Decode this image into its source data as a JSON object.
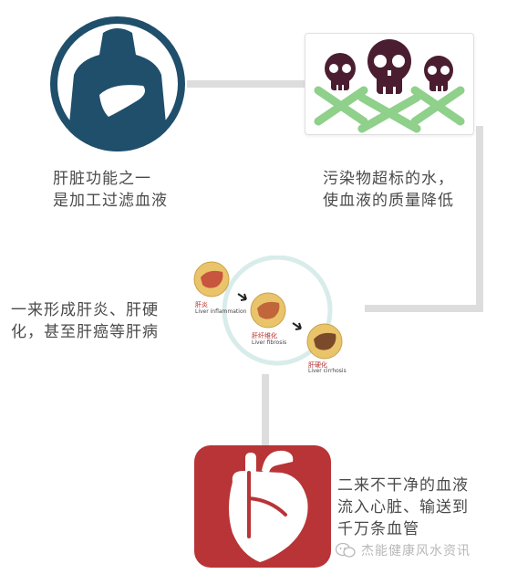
{
  "step1": {
    "text_line1": "肝脏功能之一",
    "text_line2": "是加工过滤血液"
  },
  "step2": {
    "text_line1": "污染物超标的水，",
    "text_line2": "使血液的质量降低"
  },
  "step3": {
    "text_line1": "一来形成肝炎、肝硬",
    "text_line2": "化，甚至肝癌等肝病",
    "liver1": {
      "zh": "肝炎",
      "en": "Liver inflammation"
    },
    "liver2": {
      "zh": "肝纤维化",
      "en": "Liver fibrosis"
    },
    "liver3": {
      "zh": "肝硬化",
      "en": "Liver cirrhosis"
    }
  },
  "step4": {
    "text_line1": "二来不干净的血液",
    "text_line2": "流入心脏、输送到",
    "text_line3": "千万条血管"
  },
  "watermark": {
    "text": "杰能健康风水资讯"
  },
  "colors": {
    "teal": "#1f4f6b",
    "skull": "#4a1e30",
    "bone": "#8fd08a",
    "heart_bg": "#b83436",
    "connector": "#dddddd"
  },
  "icons": [
    "body-liver-icon",
    "skull-crossbones-icon",
    "liver-icon",
    "arrow-icon",
    "heart-icon",
    "wechat-icon"
  ]
}
